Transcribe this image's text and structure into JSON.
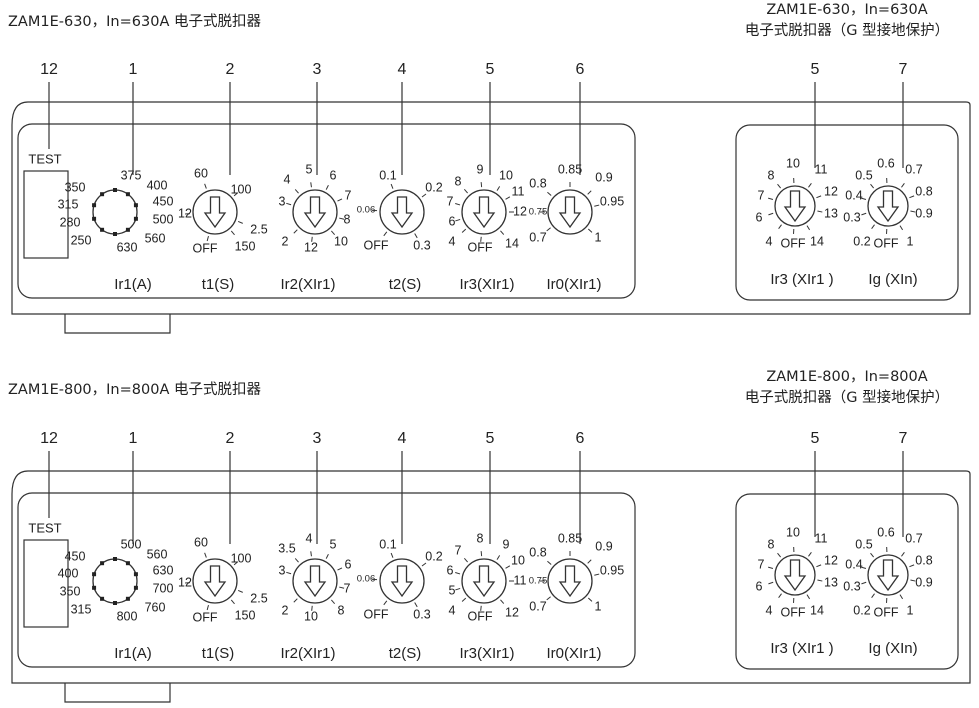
{
  "top": {
    "title": "ZAM1E-630，In=630A  电子式脱扣器",
    "callouts": [
      "12",
      "1",
      "2",
      "3",
      "4",
      "5",
      "6"
    ],
    "test_label": "TEST",
    "ir1_values": [
      "375",
      "400",
      "450",
      "500",
      "560",
      "630",
      "250",
      "280",
      "315",
      "350"
    ],
    "ir1_label": "Ir1(A)",
    "t1_ticks": [
      "60",
      "100",
      "2.5",
      "150",
      "OFF",
      "12"
    ],
    "t1_label": "t1(S)",
    "ir2_ticks": [
      "5",
      "6",
      "7",
      "8",
      "10",
      "12",
      "2",
      "3",
      "4"
    ],
    "ir2_label": "Ir2(XIr1)",
    "t2_ticks": [
      "0.1",
      "0.2",
      "0.3",
      "OFF",
      "0.06"
    ],
    "t2_label": "t2(S)",
    "ir3_ticks": [
      "9",
      "10",
      "11",
      "12",
      "14",
      "OFF",
      "4",
      "6",
      "7",
      "8"
    ],
    "ir3_label": "Ir3(XIr1)",
    "ir0_ticks": [
      "0.85",
      "0.9",
      "0.95",
      "1",
      "0.7",
      "0.75",
      "0.8"
    ],
    "ir0_label": "Ir0(XIr1)"
  },
  "top_right": {
    "title_line1": "ZAM1E-630，In=630A",
    "title_line2": "电子式脱扣器（G 型接地保护）",
    "callouts": [
      "5",
      "7"
    ],
    "ir3_ticks": [
      "10",
      "11",
      "12",
      "13",
      "14",
      "OFF",
      "4",
      "6",
      "7",
      "8"
    ],
    "ir3_label": "Ir3 (XIr1 )",
    "ig_ticks": [
      "0.6",
      "0.7",
      "0.8",
      "0.9",
      "1",
      "OFF",
      "0.2",
      "0.3",
      "0.4",
      "0.5"
    ],
    "ig_label": "Ig (XIn)"
  },
  "bottom": {
    "title": "ZAM1E-800，In=800A  电子式脱扣器",
    "callouts": [
      "12",
      "1",
      "2",
      "3",
      "4",
      "5",
      "6"
    ],
    "test_label": "TEST",
    "ir1_values": [
      "500",
      "560",
      "630",
      "700",
      "760",
      "800",
      "315",
      "350",
      "400",
      "450"
    ],
    "ir1_label": "Ir1(A)",
    "t1_ticks": [
      "60",
      "100",
      "2.5",
      "150",
      "OFF",
      "12"
    ],
    "t1_label": "t1(S)",
    "ir2_ticks": [
      "4",
      "5",
      "6",
      "7",
      "8",
      "10",
      "2",
      "3",
      "3.5"
    ],
    "ir2_label": "Ir2(XIr1)",
    "t2_ticks": [
      "0.1",
      "0.2",
      "0.3",
      "OFF",
      "0.06"
    ],
    "t2_label": "t2(S)",
    "ir3_ticks": [
      "8",
      "9",
      "10",
      "11",
      "12",
      "OFF",
      "4",
      "5",
      "6",
      "7"
    ],
    "ir3_label": "Ir3(XIr1)",
    "ir0_ticks": [
      "0.85",
      "0.9",
      "0.95",
      "1",
      "0.7",
      "0.75",
      "0.8"
    ],
    "ir0_label": "Ir0(XIr1)"
  },
  "bottom_right": {
    "title_line1": "ZAM1E-800，In=800A",
    "title_line2": "电子式脱扣器（G 型接地保护）",
    "callouts": [
      "5",
      "7"
    ],
    "ir3_ticks": [
      "10",
      "11",
      "12",
      "13",
      "14",
      "OFF",
      "4",
      "6",
      "7",
      "8"
    ],
    "ir3_label": "Ir3 (XIr1 )",
    "ig_ticks": [
      "0.6",
      "0.7",
      "0.8",
      "0.9",
      "1",
      "OFF",
      "0.2",
      "0.3",
      "0.4",
      "0.5"
    ],
    "ig_label": "Ig (XIn)"
  }
}
